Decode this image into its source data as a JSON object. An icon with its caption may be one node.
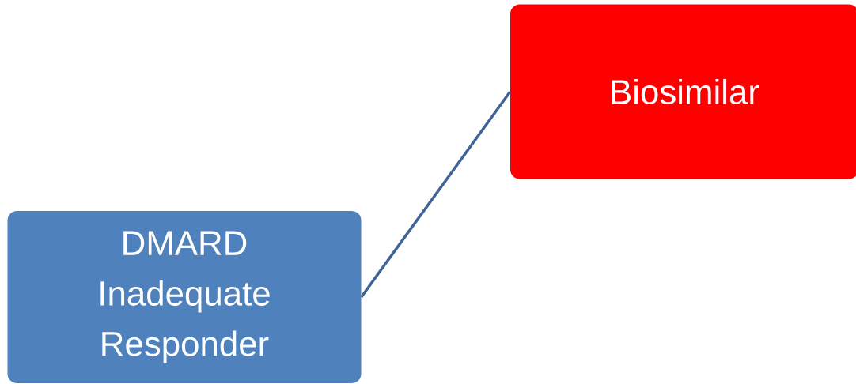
{
  "diagram": {
    "nodes": [
      {
        "text": [
          "DMARD Inadequate Responder"
        ]
      },
      {
        "text": [
          "Biosimilar"
        ]
      }
    ],
    "edges": [
      {
        "from": 0,
        "to": 1,
        "arrow": "none"
      }
    ]
  }
}
